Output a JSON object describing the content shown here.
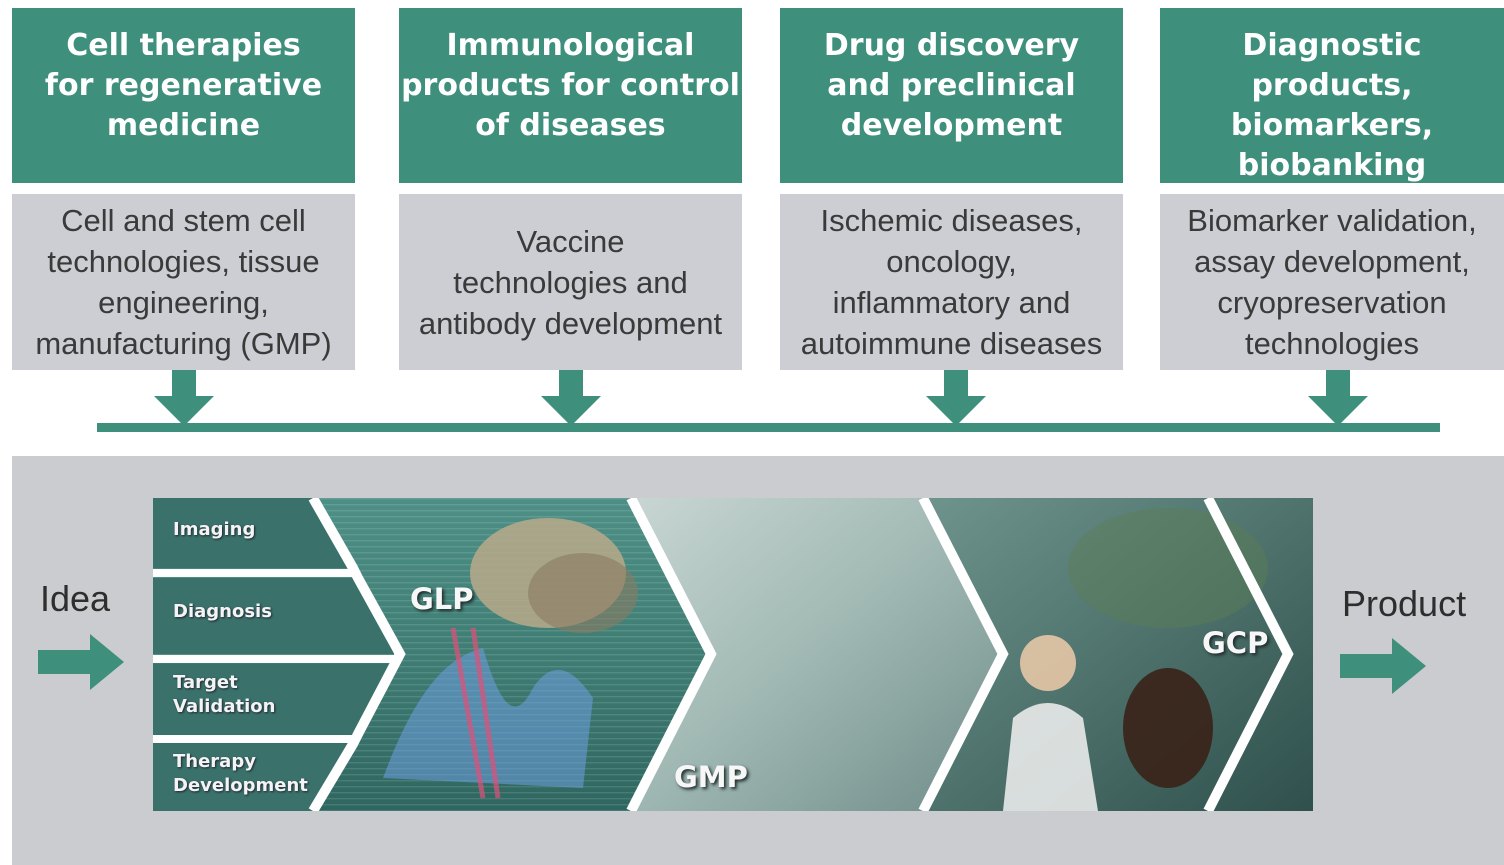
{
  "columns": [
    {
      "title": "Cell therapies\nfor regenerative\nmedicine",
      "body": "Cell and stem cell\ntechnologies, tissue\nengineering,\nmanufacturing (GMP)"
    },
    {
      "title": "Immunological\nproducts for control\nof diseases",
      "body": "Vaccine\ntechnologies and\nantibody development"
    },
    {
      "title": "Drug discovery\nand preclinical\ndevelopment",
      "body": "Ischemic diseases,\noncology,\ninflammatory and\nautoimmune diseases"
    },
    {
      "title": "Diagnostic products,\nbiomarkers,\nbiobanking",
      "body": "Biomarker validation,\nassay development,\ncryopreservation\ntechnologies"
    }
  ],
  "pipeline": {
    "start_label": "Idea",
    "end_label": "Product",
    "stages": [
      "Imaging",
      "Diagnosis",
      "Target\nValidation",
      "Therapy\nDevelopment"
    ],
    "standards": [
      "GLP",
      "GMP",
      "GCP"
    ]
  },
  "colors": {
    "teal": "#3e8f7c",
    "gray_box": "#cdced3",
    "panel": "#cbcccf"
  }
}
